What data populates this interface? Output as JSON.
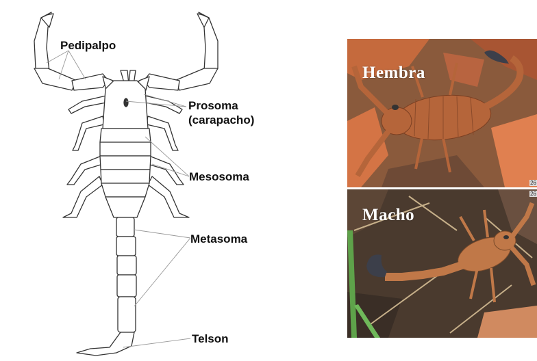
{
  "labels": {
    "pedipalpo": "Pedipalpo",
    "prosoma": "Prosoma",
    "carapacho": "(carapacho)",
    "mesosoma": "Mesosoma",
    "metasoma": "Metasoma",
    "telson": "Telson"
  },
  "photos": {
    "female": {
      "title": "Hembra",
      "number": "26"
    },
    "male": {
      "title": "Macho",
      "number": "26"
    }
  },
  "colors": {
    "outline": "#333333",
    "scorpion_body": "#b5653a",
    "scorpion_tail_tip": "#3c3f4a",
    "leaf_litter": "#c56a3d",
    "soil": "#4a3a2e"
  }
}
